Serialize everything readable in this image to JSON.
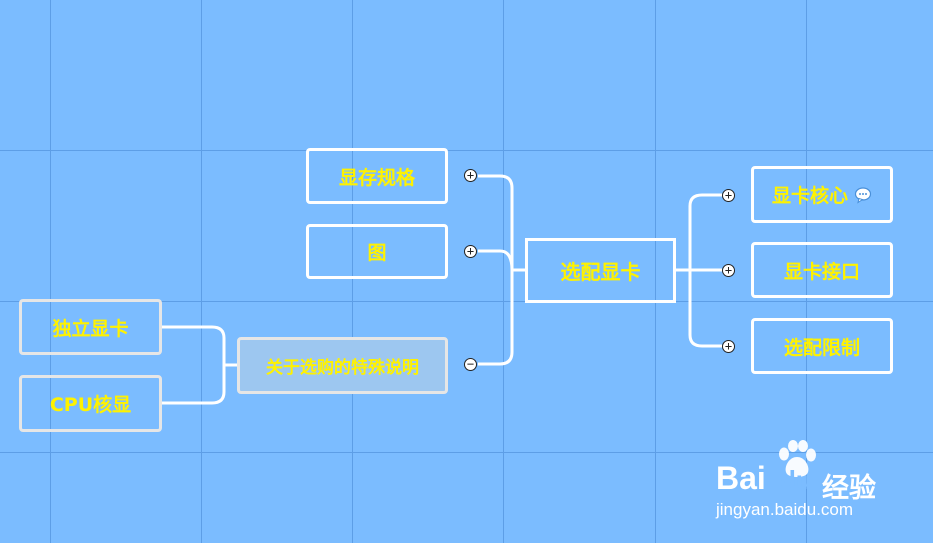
{
  "nodes": {
    "center": "选配显卡",
    "vram_spec": "显存规格",
    "image": "图",
    "purchase_notes": "关于选购的特殊说明",
    "gpu_core": "显卡核心",
    "gpu_interface": "显卡接口",
    "selection_limits": "选配限制",
    "discrete_gpu": "独立显卡",
    "cpu_integrated": "CPU核显"
  },
  "toggles": {
    "expand": "+",
    "collapse": "−"
  },
  "icons": {
    "note": "speech-bubble-icon",
    "watermark_paw": "paw-icon"
  },
  "watermark": {
    "brand_left": "Bai",
    "brand_right": "du",
    "brand_cn": "经验",
    "url": "jingyan.baidu.com"
  },
  "colors": {
    "background": "#7bbcff",
    "node_text": "#fff200",
    "border": "#ffffff"
  }
}
